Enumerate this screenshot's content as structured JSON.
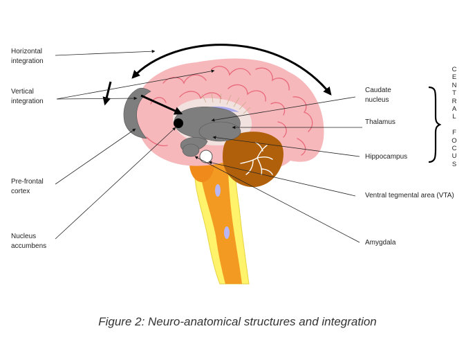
{
  "labels": {
    "horizontal_integration": "Horizontal\nintegration",
    "vertical_integration": "Vertical\nintegration",
    "prefrontal_cortex": "Pre-frontal\ncortex",
    "nucleus_accumbens": "Nucleus\naccumbens",
    "caudate_nucleus": "Caudate\nnucleus",
    "thalamus": "Thalamus",
    "hippocampus": "Hippocampus",
    "vta": "Ventral tegmental area (VTA)",
    "amygdala": "Amygdala"
  },
  "central_focus": "C\nE\nN\nT\nR\nA\nL\n \nF\nO\nC\nU\nS",
  "caption": "Figure 2: Neuro-anatomical structures and integration",
  "colors": {
    "cortex": "#f7b8bc",
    "cortex_folds": "#e8697a",
    "cerebellum": "#b0600a",
    "brainstem": "#f39a22",
    "spinal_outer": "#fff36b",
    "nuclei": "#7e7e7e",
    "ventricle": "#a9a9f0"
  }
}
